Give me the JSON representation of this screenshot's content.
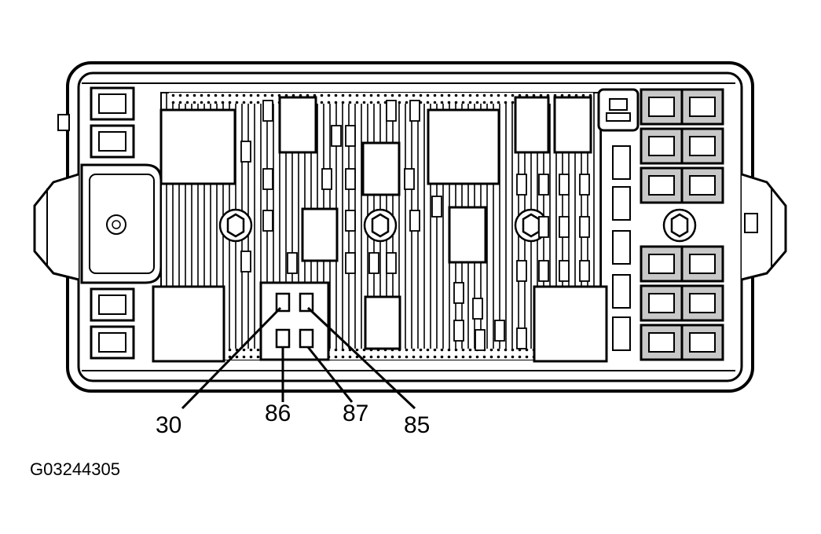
{
  "figure_id": "G03244305",
  "callouts": {
    "c30": "30",
    "c86": "86",
    "c87": "87",
    "c85": "85"
  },
  "colors": {
    "line": "#000000",
    "background": "#ffffff",
    "fill_grey": "#d9d9d9"
  }
}
